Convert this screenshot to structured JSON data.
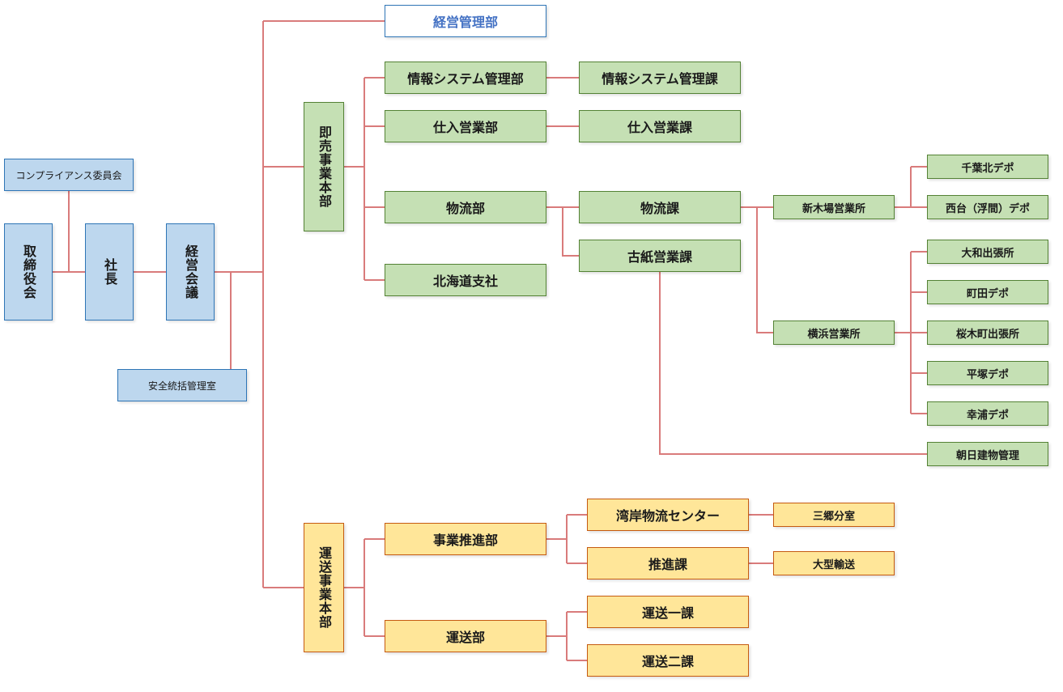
{
  "colors": {
    "line": "#d97b7b",
    "blue_fill": "#bdd7ee",
    "blue_border": "#2e75b6",
    "green_fill": "#c5e0b4",
    "green_border": "#548235",
    "yellow_fill": "#ffe699",
    "yellow_border": "#c55a11",
    "accent_text": "#4472c4"
  },
  "executive": {
    "compliance": "コンプライアンス委員会",
    "board": "取締役会",
    "president": "社長",
    "management_council": "経営会議",
    "safety_office": "安全統括管理室"
  },
  "management_dept": "経営管理部",
  "sales_division": {
    "name": "即売事業本部",
    "departments": {
      "info_sys": "情報システム管理部",
      "purchasing": "仕入営業部",
      "logistics": "物流部",
      "hokkaido": "北海道支社"
    },
    "sections": {
      "info_sys": "情報システム管理課",
      "purchasing": "仕入営業課",
      "logistics": "物流課",
      "paper": "古紙営業課"
    },
    "offices": {
      "shinkiba": "新木場営業所",
      "yokohama": "横浜営業所"
    },
    "depots": {
      "chibakita": "千葉北デポ",
      "nishidai": "西台（浮間）デポ",
      "yamato": "大和出張所",
      "machida": "町田デポ",
      "sakuragicho": "桜木町出張所",
      "hiratsuka": "平塚デポ",
      "sachiura": "幸浦デポ",
      "asahi": "朝日建物管理"
    }
  },
  "transport_division": {
    "name": "運送事業本部",
    "departments": {
      "promotion": "事業推進部",
      "transport": "運送部"
    },
    "sections": {
      "wangan": "湾岸物流センター",
      "promotion": "推進課",
      "transport1": "運送一課",
      "transport2": "運送二課"
    },
    "units": {
      "misato": "三郷分室",
      "large": "大型輸送"
    }
  }
}
